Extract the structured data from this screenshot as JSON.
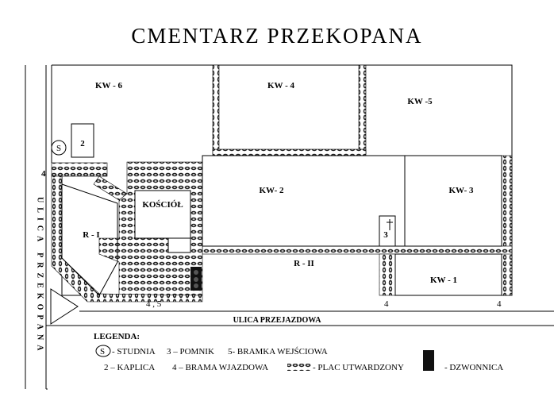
{
  "title": "CMENTARZ PRZEKOPANA",
  "plots": {
    "kw6": "KW - 6",
    "kw4": "KW - 4",
    "kw5": "KW -5",
    "kw2": "KW- 2",
    "kw3": "KW- 3",
    "kw1": "KW - 1",
    "r1": "R - I",
    "r2": "R - II",
    "kosciol": "KOŚCIÓŁ"
  },
  "markers": {
    "studnia": "S",
    "kaplica": "2",
    "pomnik": "3",
    "gate_left": "4",
    "gate_bottom_mid": "4",
    "gate_bottom_right": "4",
    "gate_45": "4 , 5"
  },
  "streets": {
    "przejazdowa": "ULICA PRZEJAZDOWA",
    "przekopana": "ULICA PRZEKOPANA"
  },
  "legend": {
    "heading": "LEGENDA:",
    "s_symbol": "S",
    "studnia": "- STUDNIA",
    "pomnik": "3 – POMNIK",
    "bramka": "5- BRAMKA WEJŚCIOWA",
    "kaplica": "2 – KAPLICA",
    "brama": "4 – BRAMA WJAZDOWA",
    "plac": "- PLAC UTWARDZONY",
    "dzwonnica": "- DZWONNICA"
  }
}
